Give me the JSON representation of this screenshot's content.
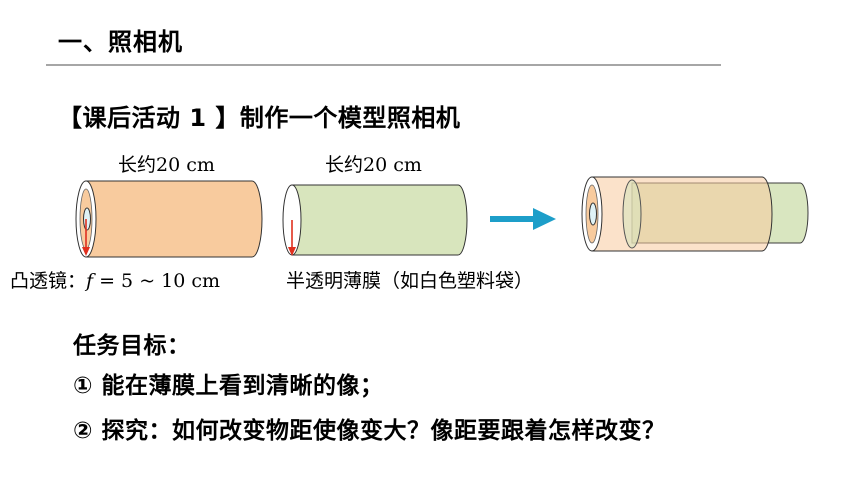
{
  "header": {
    "section_title": "一、照相机"
  },
  "activity": {
    "title": "【课后活动 1 】制作一个模型照相机"
  },
  "diagram": {
    "left_tube_length": "长约20 cm",
    "middle_tube_length": "长约20 cm",
    "lens_caption_prefix": "凸透镜：",
    "lens_caption_f": "f",
    "lens_caption_range": " = 5 ~ 10 cm",
    "film_caption": "半透明薄膜（如白色塑料袋）",
    "colors": {
      "outer_tube": "#f8cb9e",
      "inner_tube": "#d8e5bd",
      "arrow": "#1d9ec9",
      "ray": "#e0301e"
    }
  },
  "tasks": {
    "heading": "任务目标：",
    "items": [
      "① 能在薄膜上看到清晰的像；",
      "② 探究：如何改变物距使像变大？像距要跟着怎样改变？"
    ]
  }
}
